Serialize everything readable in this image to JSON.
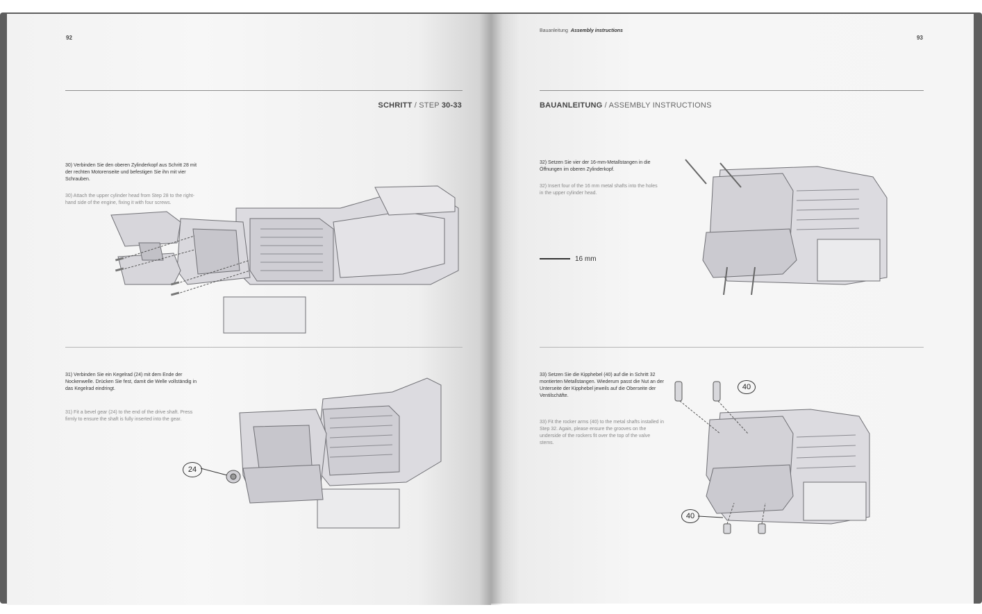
{
  "left_page": {
    "page_number": "92",
    "header": {
      "bold": "SCHRITT",
      "thin": " / STEP ",
      "bold2": "30-33"
    },
    "step30": {
      "de": "30) Verbinden Sie den oberen Zylinderkopf aus Schritt 28 mit der rechten Motorenseite und befestigen Sie ihn mit vier Schrauben.",
      "en": "30) Attach the upper cylinder head from Step 28 to the right-hand side of the engine, fixing it with four screws."
    },
    "step31": {
      "de": "31) Verbinden Sie ein Kegelrad (24) mit dem Ende der Nockenwelle. Drücken Sie fest, damit die Welle vollständig in das Kegelrad eindringt.",
      "en": "31) Fit a bevel gear (24) to the end of the drive shaft. Press firmly to ensure the shaft is fully inserted into the gear."
    },
    "callout_24": "24"
  },
  "right_page": {
    "page_number": "93",
    "running_head": {
      "thin": "Bauanleitung",
      "bold": "Assembly instructions"
    },
    "header": {
      "bold": "BAUANLEITUNG",
      "thin": " / ASSEMBLY INSTRUCTIONS"
    },
    "step32": {
      "de": "32) Setzen Sie vier der 16-mm-Metallstangen in die Öffnungen im oberen Zylinderkopf.",
      "en": "32) Insert four of the 16 mm metal shafts into the holes in the upper cylinder head."
    },
    "scale_label": "16 mm",
    "step33": {
      "de": "33) Setzen Sie die Kipphebel (40) auf die in Schritt 32 montierten Metallstangen. Wiederum passt die Nut an der Unterseite der Kipphebel jeweils auf die Oberseite der Ventilschäfte.",
      "en": "33) Fit the rocker arms (40) to the metal shafts installed in Step 32. Again, please ensure the grooves on the underside of the rockers fit over the top of the valve stems."
    },
    "callout_40_top": "40",
    "callout_40_bottom": "40"
  },
  "colors": {
    "cover": "#5e5e5e",
    "page": "#f5f5f5",
    "rule": "#8d8d8d"
  },
  "icons": [
    "engine-illustration",
    "screw-illustration",
    "bevel-gear-illustration",
    "rocker-arm-illustration",
    "metal-shaft-illustration"
  ]
}
